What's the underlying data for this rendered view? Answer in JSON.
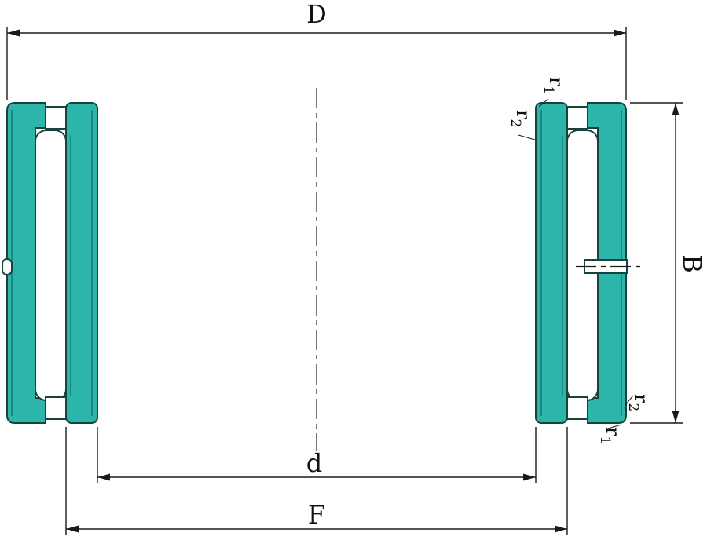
{
  "drawing": {
    "kind": "needle-roller-bearing-cross-section",
    "colors": {
      "ring_fill": "#2CB5AA",
      "line": "#1a1a1a"
    },
    "dim": {
      "D": "D",
      "d": "d",
      "F": "F",
      "B": "B",
      "r1": {
        "base": "r",
        "sub": "1"
      },
      "r2": {
        "base": "r",
        "sub": "2"
      }
    }
  }
}
